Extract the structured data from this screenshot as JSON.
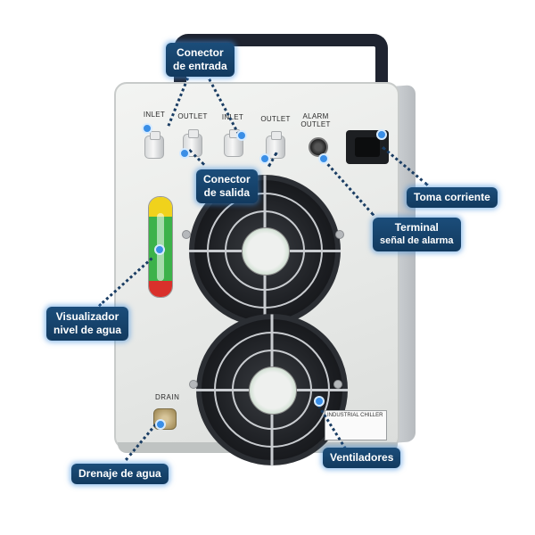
{
  "ports": {
    "inlet_1": "INLET",
    "outlet_1": "OUTLET",
    "inlet_2": "INLET",
    "outlet_2": "OUTLET",
    "alarm_outlet": "ALARM\nOUTLET"
  },
  "drain_label": "DRAIN",
  "spec_label": "INDUSTRIAL CHILLER",
  "callouts": {
    "conector_entrada": {
      "line1": "Conector",
      "line2": "de entrada"
    },
    "conector_salida": {
      "line1": "Conector",
      "line2": "de salida"
    },
    "toma_corriente": {
      "line1": "Toma corriente"
    },
    "terminal_alarma": {
      "line1": "Terminal",
      "line2": "señal de alarma"
    },
    "visualizador": {
      "line1": "Visualizador",
      "line2": "nivel de agua"
    },
    "drenaje": {
      "line1": "Drenaje de agua"
    },
    "ventiladores": {
      "line1": "Ventiladores"
    }
  },
  "water_level": {
    "yellow_percent": 20,
    "green_percent": 64,
    "red_percent": 16
  },
  "colors": {
    "callout_bg": "#1b4d7a",
    "callout_glow": "#3c8cdc",
    "marker": "#3a8ee6",
    "gauge_yellow": "#f0d21c",
    "gauge_green": "#3cb24a",
    "gauge_red": "#d9302b"
  }
}
